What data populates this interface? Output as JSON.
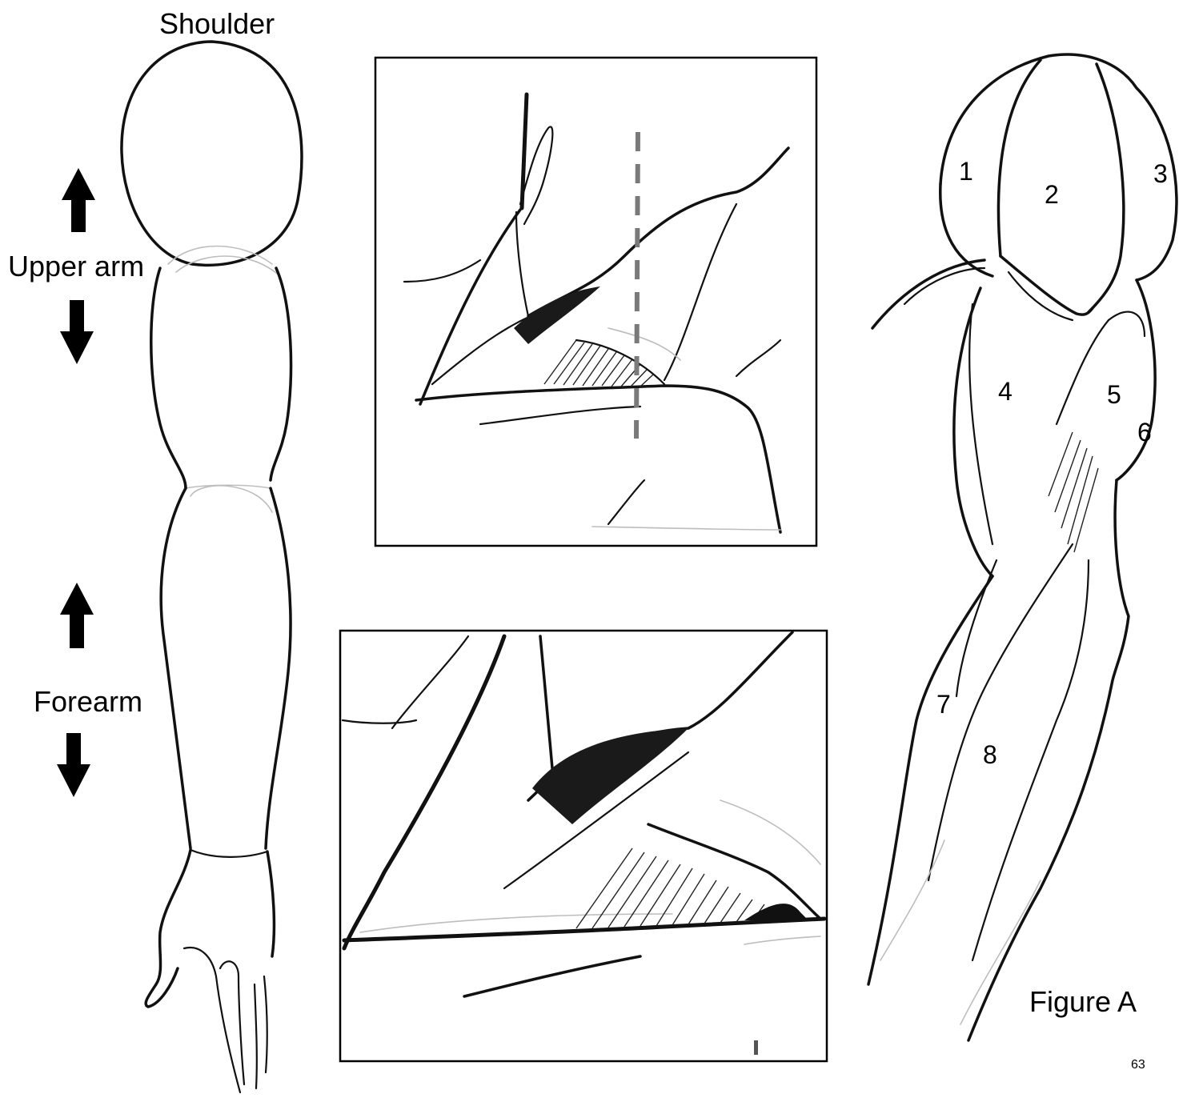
{
  "labels": {
    "shoulder": "Shoulder",
    "upper_arm": "Upper arm",
    "forearm": "Forearm",
    "figure_caption": "Figure A",
    "page_number": "63"
  },
  "muscle_numbers": [
    "1",
    "2",
    "3",
    "4",
    "5",
    "6",
    "7",
    "8"
  ],
  "icons": {
    "upper_arm_up": "arrow-up-icon",
    "upper_arm_down": "arrow-down-icon",
    "forearm_up": "arrow-up-icon",
    "forearm_down": "arrow-down-icon"
  },
  "colors": {
    "ink": "#111111",
    "dashed_guide": "#7a7a7a",
    "paper": "#ffffff"
  }
}
